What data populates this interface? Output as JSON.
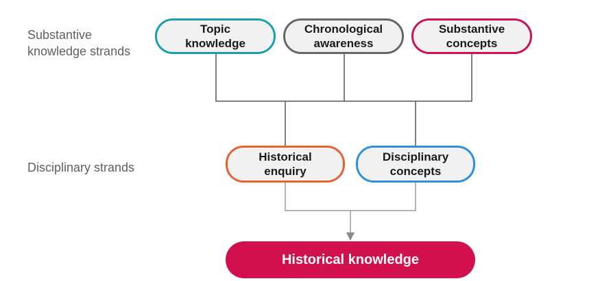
{
  "labels": {
    "substantive": "Substantive\nknowledge strands",
    "disciplinary": "Disciplinary strands"
  },
  "substantive_nodes": [
    {
      "label": "Topic\nknowledge",
      "color": "#1a9fb0"
    },
    {
      "label": "Chronological\nawareness",
      "color": "#666666"
    },
    {
      "label": "Substantive\nconcepts",
      "color": "#d1104d"
    }
  ],
  "disciplinary_nodes": [
    {
      "label": "Historical\nenquiry",
      "color": "#e8632a"
    },
    {
      "label": "Disciplinary\nconcepts",
      "color": "#2e8ee0"
    }
  ],
  "outcome": {
    "label": "Historical knowledge",
    "color": "#d1104d"
  },
  "colors": {
    "connector_dark": "#555555",
    "connector_light": "#9a9a9a",
    "pill_fill": "#f1f1f1"
  }
}
